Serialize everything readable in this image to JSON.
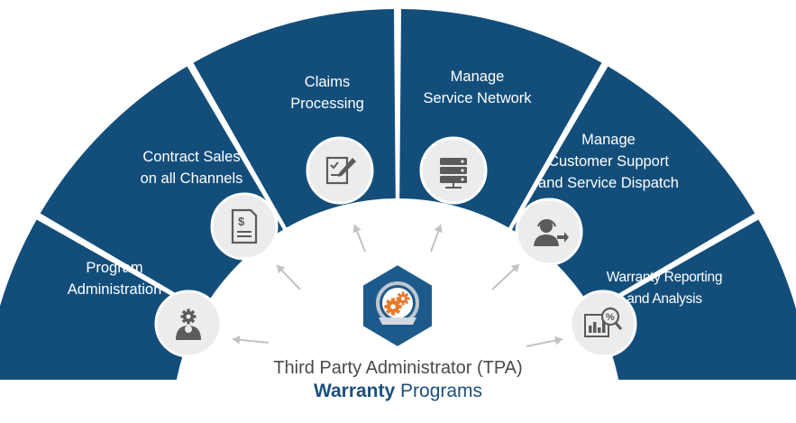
{
  "colors": {
    "segment": "#134e7b",
    "circle": "#ececec",
    "icon": "#5b5b5b",
    "arrow": "#c2c2c2",
    "hexagon": "#1d5a8c",
    "gear": "#e8792b",
    "caption_blue": "#1d4f7c",
    "caption_gray": "#4a4a4a"
  },
  "segments": [
    {
      "line1": "Program",
      "line2": "Administration",
      "icon": "user-gear-icon"
    },
    {
      "line1": "Contract Sales",
      "line2": "on all Channels",
      "icon": "invoice-dollar-icon"
    },
    {
      "line1": "Claims",
      "line2": "Processing",
      "icon": "form-pencil-icon"
    },
    {
      "line1": "Manage",
      "line2": "Service Network",
      "icon": "server-stack-icon"
    },
    {
      "line1": "Manage",
      "line2": "Customer Support",
      "line3": "and Service Dispatch",
      "icon": "headset-agent-icon"
    },
    {
      "line1": "Warranty Reporting",
      "line2": "and Analysis",
      "icon": "chart-percent-icon"
    }
  ],
  "center": {
    "icon": "gears-badge-icon"
  },
  "caption": {
    "line1": "Third Party Administrator (TPA)",
    "bold": "Warranty",
    "rest": " Programs"
  }
}
